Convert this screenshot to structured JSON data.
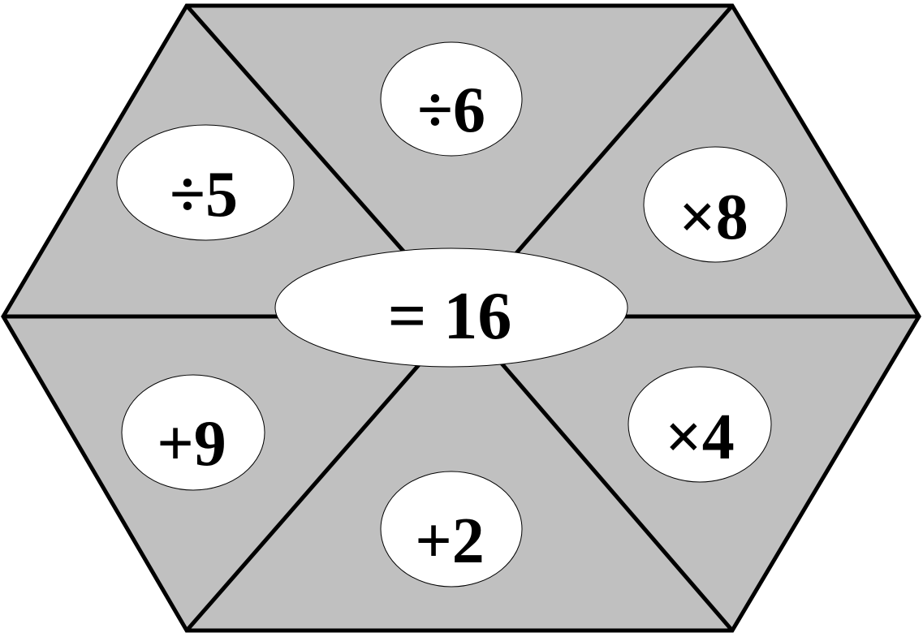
{
  "puzzle": {
    "target": "= 16",
    "operations": {
      "top": "÷6",
      "top_right": "×8",
      "bottom_right": "×4",
      "bottom": "+2",
      "bottom_left": "+9",
      "top_left": "÷5"
    }
  },
  "colors": {
    "segment_fill": "#c0c0c0",
    "bubble_fill": "#ffffff",
    "line": "#000000"
  }
}
